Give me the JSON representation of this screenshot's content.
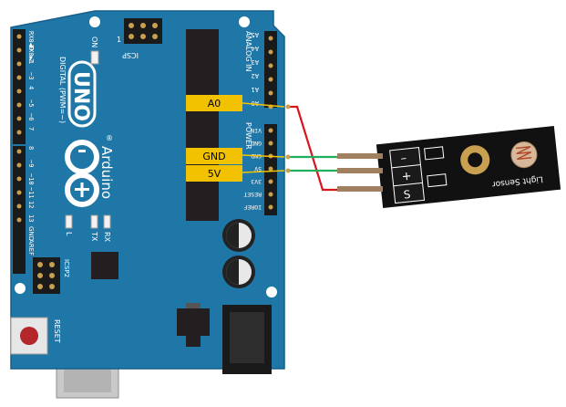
{
  "board": {
    "brand": "Arduino",
    "model": "UNO",
    "registered_mark": "®",
    "icsp_label": "ICSP",
    "icsp2_label": "ICSP2",
    "icsp_pin_one": "1",
    "on_label": "ON",
    "reset_label": "RESET",
    "digital_label": "DIGITAL (PWM=~)",
    "analog_label": "ANALOG IN",
    "power_label": "POWER",
    "led_l": "L",
    "led_tx": "TX",
    "led_rx": "RX",
    "aref": "AREF",
    "gnd": "GND",
    "digital_pins": [
      "RX0◀0",
      "TX0▶1",
      "2",
      "~3",
      "4",
      "~5",
      "~6",
      "7",
      "8",
      "~9",
      "~10",
      "~11",
      "12",
      "13"
    ],
    "analog_pins": [
      "A5",
      "A4",
      "A3",
      "A2",
      "A1",
      "A0"
    ],
    "power_pins": [
      "VIN",
      "GND",
      "GND",
      "5V",
      "3V3",
      "RESET",
      "IOREF"
    ],
    "colors": {
      "pcb": "#1f77a8",
      "silk": "#ffffff",
      "chip": "#231f20"
    }
  },
  "callouts": [
    {
      "id": "a0",
      "text": "A0"
    },
    {
      "id": "gnd",
      "text": "GND"
    },
    {
      "id": "5v",
      "text": "5V"
    }
  ],
  "module": {
    "label": "Light Sensor",
    "pins": [
      "–",
      "+",
      "S"
    ],
    "colors": {
      "pcb": "#111111"
    }
  },
  "wires": {
    "signal_color": "#d9141b",
    "power_color": "#1fae5b",
    "callout_color": "#f2c200"
  }
}
